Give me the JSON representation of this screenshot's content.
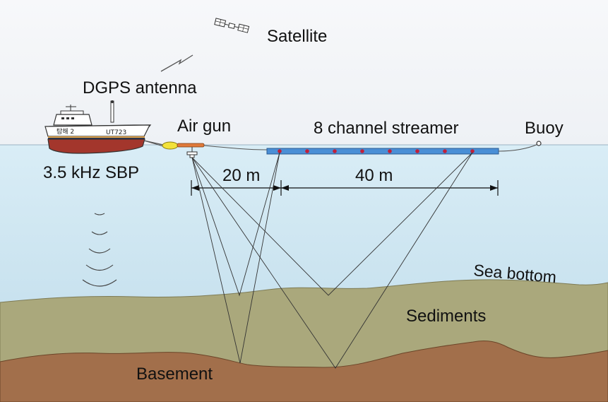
{
  "labels": {
    "satellite": "Satellite",
    "dgps": "DGPS antenna",
    "air_gun": "Air gun",
    "streamer": "8 channel streamer",
    "buoy": "Buoy",
    "sbp": "3.5 kHz SBP",
    "dist_20": "20 m",
    "dist_40": "40 m",
    "sea_bottom": "Sea bottom",
    "sediments": "Sediments",
    "basement": "Basement"
  },
  "ship": {
    "name": "탐해 2",
    "id": "UT723"
  },
  "streamer": {
    "channels": 8
  },
  "colors": {
    "sky": "#f2f4f7",
    "water": "#cfe6f2",
    "sediments": "#a9a77c",
    "basement": "#a16f4c",
    "streamer": "#4a8fd6",
    "hull_red": "#a3362c",
    "airgun_yellow": "#f2e23a",
    "hydrophone": "#c0203a"
  }
}
